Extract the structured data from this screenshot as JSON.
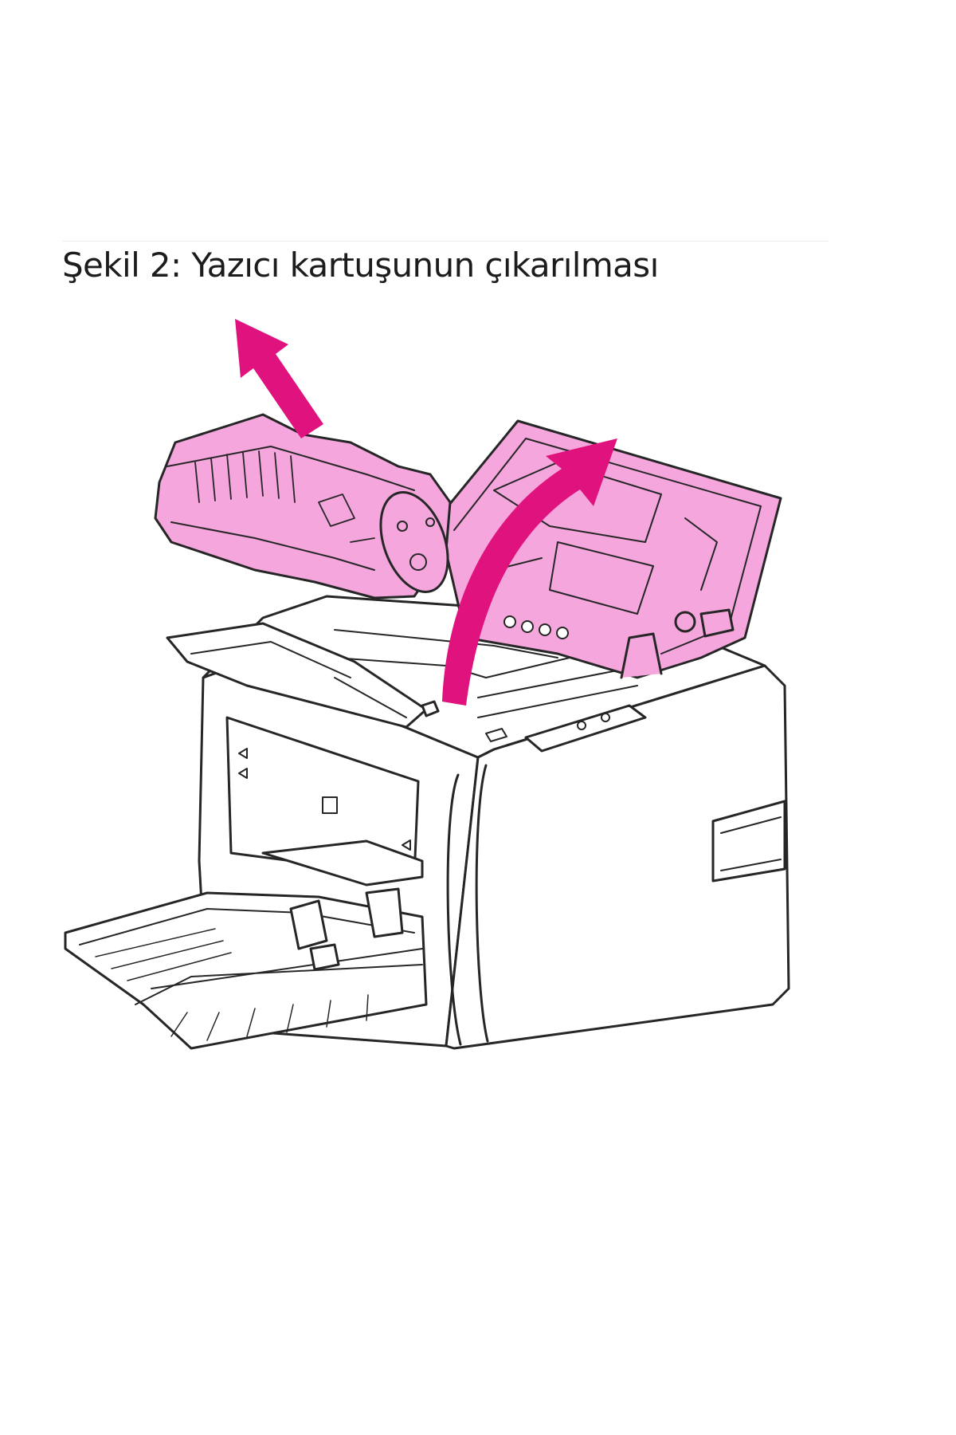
{
  "figure": {
    "caption": "Şekil 2: Yazıcı kartuşunun çıkarılması",
    "accent_color": "#e0137e",
    "highlight_color": "#f4a6dd",
    "line_color": "#262626",
    "icons": [
      "arrow-up-icon",
      "toner-cartridge",
      "printer",
      "printer-lid",
      "lift-arrow-icon"
    ]
  }
}
